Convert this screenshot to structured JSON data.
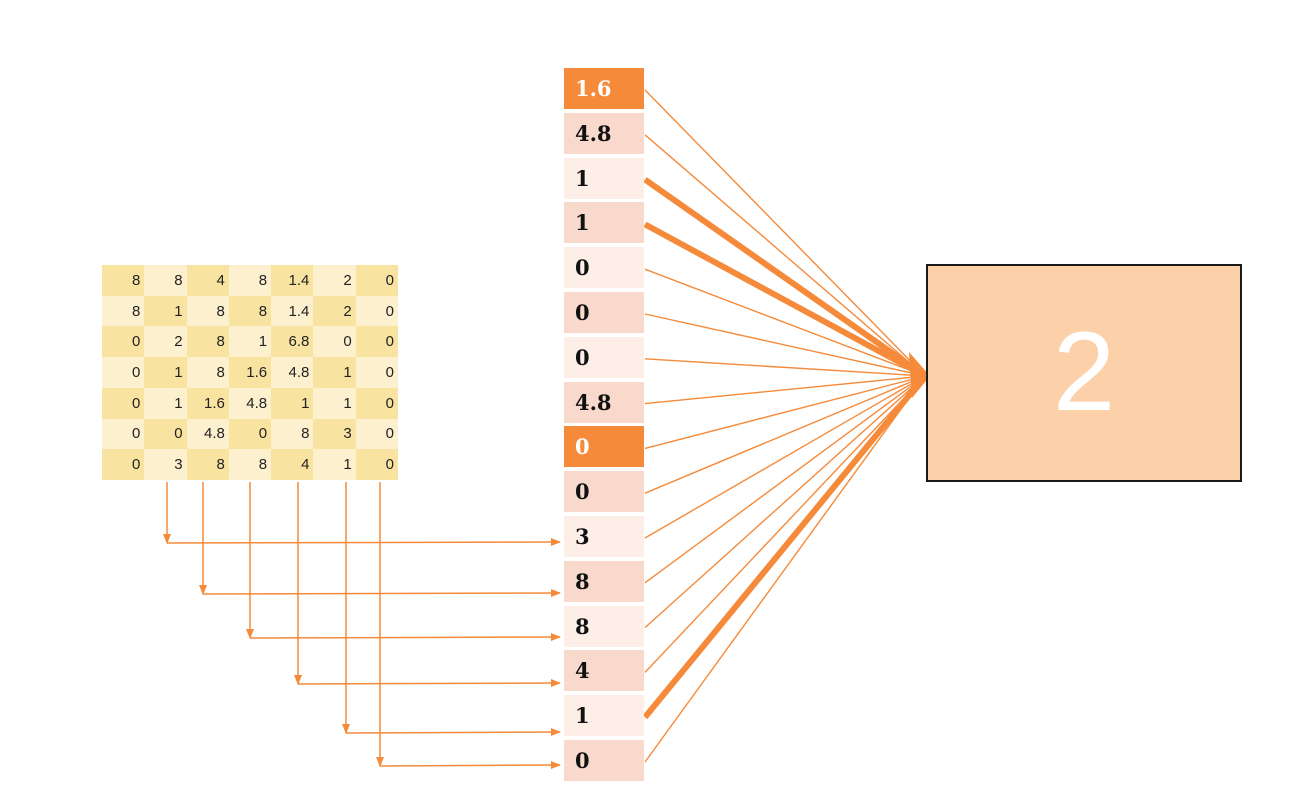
{
  "matrix": {
    "rows": [
      [
        "8",
        "8",
        "4",
        "8",
        "1.4",
        "2",
        "0"
      ],
      [
        "8",
        "1",
        "8",
        "8",
        "1.4",
        "2",
        "0"
      ],
      [
        "0",
        "2",
        "8",
        "1",
        "6.8",
        "0",
        "0"
      ],
      [
        "0",
        "1",
        "8",
        "1.6",
        "4.8",
        "1",
        "0"
      ],
      [
        "0",
        "1",
        "1.6",
        "4.8",
        "1",
        "1",
        "0"
      ],
      [
        "0",
        "0",
        "4.8",
        "0",
        "8",
        "3",
        "0"
      ],
      [
        "0",
        "3",
        "8",
        "8",
        "4",
        "1",
        "0"
      ]
    ]
  },
  "vector": {
    "values": [
      "1.6",
      "4.8",
      "1",
      "1",
      "0",
      "0",
      "0",
      "4.8",
      "0",
      "0",
      "3",
      "8",
      "8",
      "4",
      "1",
      "0"
    ],
    "highlighted": [
      0,
      8
    ],
    "strong_weights": [
      2,
      3,
      14
    ]
  },
  "output": {
    "value": "2"
  },
  "colors": {
    "accent": "#f58a3a",
    "cell_highlight": "#f58a3a",
    "cell_light": "#fdeee8",
    "cell_mid": "#fad9cd",
    "matrix_dark": "#f9e3a0",
    "matrix_light": "#fdf0cf",
    "output_fill": "#fcd1a9"
  }
}
